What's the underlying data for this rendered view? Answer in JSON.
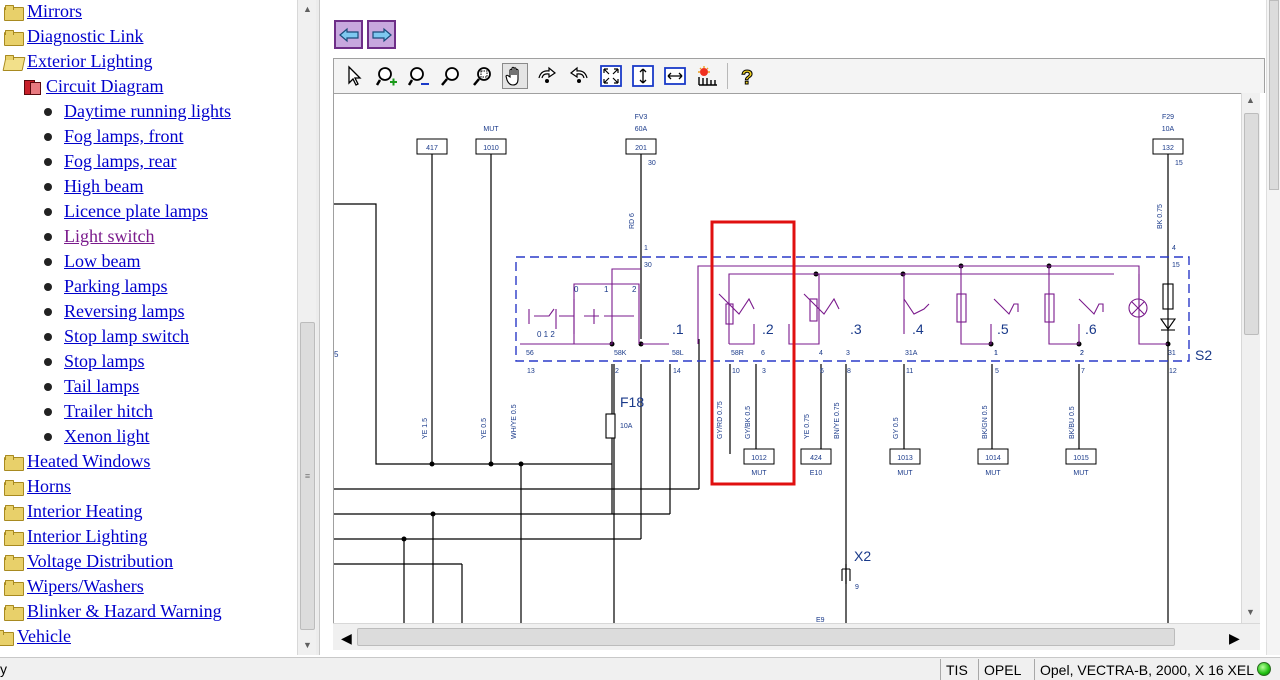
{
  "tree": {
    "items": [
      {
        "label": "Mirrors",
        "kind": "folder"
      },
      {
        "label": "Diagnostic Link",
        "kind": "folder"
      },
      {
        "label": "Exterior Lighting",
        "kind": "folder-open"
      },
      {
        "label": "Circuit Diagram",
        "kind": "book"
      },
      {
        "label": "Daytime running lights",
        "kind": "leaf"
      },
      {
        "label": "Fog lamps, front",
        "kind": "leaf"
      },
      {
        "label": "Fog lamps, rear",
        "kind": "leaf"
      },
      {
        "label": "High beam",
        "kind": "leaf"
      },
      {
        "label": "Licence plate lamps",
        "kind": "leaf"
      },
      {
        "label": "Light switch",
        "kind": "leaf-visited"
      },
      {
        "label": "Low beam",
        "kind": "leaf"
      },
      {
        "label": "Parking lamps",
        "kind": "leaf"
      },
      {
        "label": "Reversing lamps",
        "kind": "leaf"
      },
      {
        "label": "Stop lamp switch",
        "kind": "leaf"
      },
      {
        "label": "Stop lamps",
        "kind": "leaf"
      },
      {
        "label": "Tail lamps",
        "kind": "leaf"
      },
      {
        "label": "Trailer hitch",
        "kind": "leaf"
      },
      {
        "label": "Xenon light",
        "kind": "leaf"
      },
      {
        "label": "Heated Windows",
        "kind": "folder"
      },
      {
        "label": "Horns",
        "kind": "folder"
      },
      {
        "label": "Interior Heating",
        "kind": "folder"
      },
      {
        "label": "Interior Lighting",
        "kind": "folder"
      },
      {
        "label": "Voltage Distribution",
        "kind": "folder"
      },
      {
        "label": "Wipers/Washers",
        "kind": "folder"
      },
      {
        "label": "Blinker & Hazard Warning",
        "kind": "folder"
      },
      {
        "label": "Vehicle",
        "kind": "folder-root"
      }
    ]
  },
  "nav": {
    "back_icon": "arrow-left-icon",
    "forward_icon": "arrow-right-icon"
  },
  "toolbar": {
    "tools": [
      "pointer-icon",
      "zoom-in-icon",
      "zoom-out-icon",
      "zoom-icon",
      "zoom-area-icon",
      "pan-hand-icon",
      "rotate-cw-icon",
      "rotate-ccw-icon",
      "fit-page-icon",
      "fit-height-icon",
      "fit-width-icon",
      "highlight-net-icon",
      "help-icon"
    ]
  },
  "diagram": {
    "connectors_top": [
      {
        "box": "417",
        "above": ""
      },
      {
        "box": "1010",
        "above": "MUT"
      },
      {
        "box": "201",
        "above": "FV3",
        "above2": "60A",
        "pin": "30"
      },
      {
        "box": "132",
        "above": "F29",
        "above2": "10A",
        "pin": "15"
      }
    ],
    "top_wires": {
      "rd": "RD 6",
      "bk": "BK 0.75"
    },
    "switch_pins_top": [
      "1",
      "30",
      "4",
      "15"
    ],
    "switch_contacts": {
      "c0": "0",
      "c1": "1",
      "c2": "2",
      "c012": "0 1 2"
    },
    "switch_positions": [
      ".1",
      ".2",
      ".3",
      ".4",
      ".5",
      ".6"
    ],
    "component_label": "S2",
    "bottom_pin_labels": [
      "56",
      "58K",
      "58L",
      "58R",
      "6",
      "4",
      "3",
      "31A",
      "1",
      "5",
      "2",
      "31"
    ],
    "bottom_pin_numbers": [
      "13",
      "2",
      "14",
      "10",
      "3",
      "6",
      "8",
      "11",
      "5",
      "7",
      "12"
    ],
    "fuse": {
      "name": "F18",
      "rating": "10A"
    },
    "wires": [
      "YE 1.5",
      "YE 0.5",
      "WH/YE 0.5",
      "GY/RD 0.75",
      "GY/BK 0.5",
      "YE 0.75",
      "BN/YE 0.75",
      "GY 0.5",
      "BK/GN 0.5",
      "BK/BU 0.5"
    ],
    "bottom_connectors": [
      {
        "box": "1012",
        "below": "MUT"
      },
      {
        "box": "424",
        "below": "E10"
      },
      {
        "box": "1013",
        "below": "MUT"
      },
      {
        "box": "1014",
        "below": "MUT"
      },
      {
        "box": "1015",
        "below": "MUT"
      }
    ],
    "x2": {
      "label": "X2",
      "pin": "9",
      "dest": "E9"
    },
    "left_edge_label": "5"
  },
  "status": {
    "left": "y",
    "app": "TIS",
    "brand": "OPEL",
    "vehicle": "Opel, VECTRA-B, 2000, X 16 XEL",
    "indicator_color": "#1fbf10"
  },
  "colors": {
    "link": "#0000cc",
    "visited": "#7a1a8c",
    "diagram_line": "#000000",
    "switch_line": "#7a1a8c",
    "dash_box": "#2a3ac8",
    "highlight": "#e01010",
    "label_blue": "#1a3a8a"
  }
}
